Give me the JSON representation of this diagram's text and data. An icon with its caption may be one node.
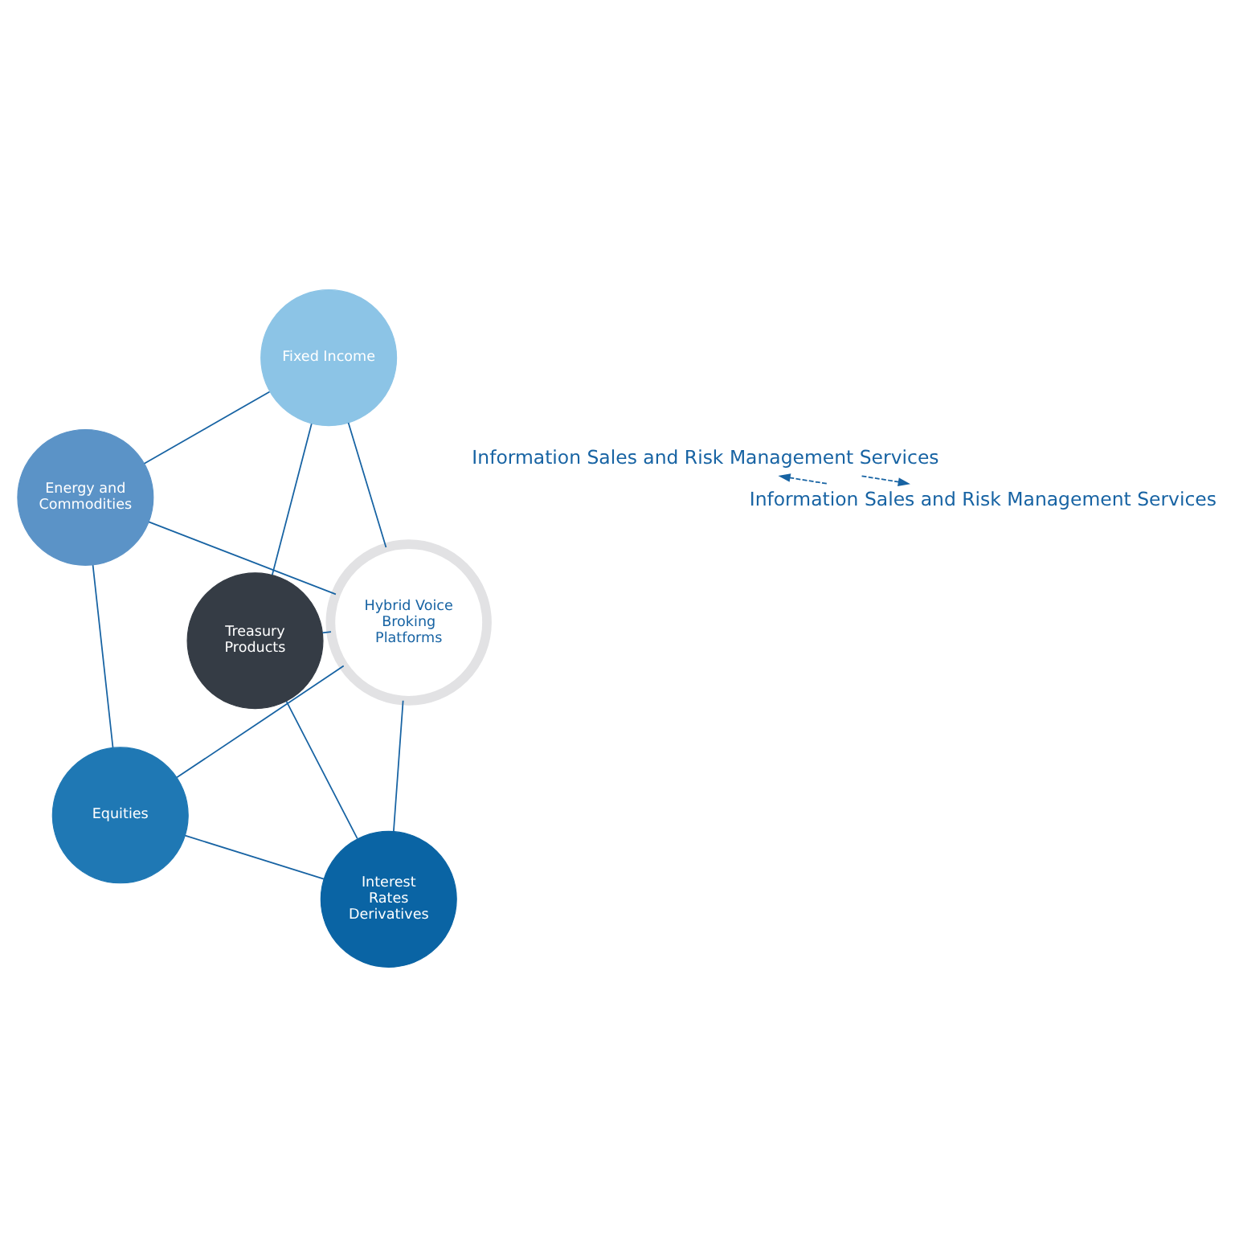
{
  "diagram": {
    "nodes": [
      {
        "text": [
          "Information Sales and Risk Management Services"
        ]
      },
      {
        "text": [
          "Treasury Products"
        ]
      },
      {
        "text": [
          "Interest Rates Derivatives"
        ]
      },
      {
        "text": [
          "Equities"
        ]
      },
      {
        "text": [
          "Energy and Commodities"
        ]
      },
      {
        "text": [
          "Fixed Income"
        ]
      },
      {
        "text": [
          "Hybrid Voice Broking Platforms"
        ]
      },
      {
        "text": [
          "Information Sales and Risk Management Services"
        ]
      }
    ],
    "edges": [
      {
        "from": 6,
        "to": 1,
        "arrow": "none"
      },
      {
        "from": 6,
        "to": 2,
        "arrow": "none"
      },
      {
        "from": 6,
        "to": 3,
        "arrow": "none"
      },
      {
        "from": 6,
        "to": 4,
        "arrow": "none"
      },
      {
        "from": 6,
        "to": 5,
        "arrow": "none"
      },
      {
        "from": 1,
        "to": 2,
        "arrow": "none"
      },
      {
        "from": 2,
        "to": 3,
        "arrow": "none"
      },
      {
        "from": 3,
        "to": 4,
        "arrow": "none"
      },
      {
        "from": 4,
        "to": 5,
        "arrow": "none"
      },
      {
        "from": 5,
        "to": 1,
        "arrow": "none"
      },
      {
        "from": 7,
        "to": 0,
        "arrow": "to",
        "style": "dashed"
      },
      {
        "from": 0,
        "to": 7,
        "arrow": "to",
        "style": "dashed"
      }
    ]
  }
}
